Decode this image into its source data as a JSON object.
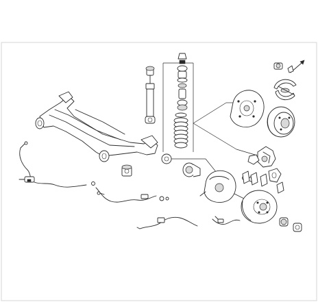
{
  "diagram": {
    "labels": [],
    "colors": {
      "line": "#2a2a2a",
      "frame": "#d4d4d4",
      "background": "#ffffff",
      "shade": "#d9d9d9"
    },
    "parts": [
      "rear-axle-beam",
      "shock-absorber",
      "bump-stop",
      "strut-top-mount",
      "coil-spring",
      "axle-bushing",
      "wheel-bearing-hub",
      "brake-backing-plate",
      "brake-disc",
      "brake-drum",
      "brake-shoes",
      "wheel-cylinder",
      "brake-caliper",
      "brake-pads",
      "abs-sensor-cable",
      "handbrake-cable",
      "brake-hose",
      "small-hardware"
    ]
  }
}
